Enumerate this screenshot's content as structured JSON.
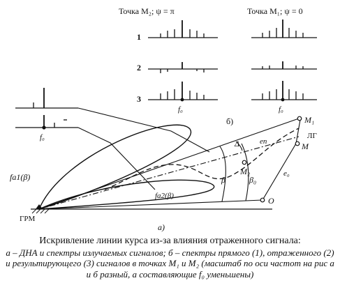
{
  "spectra": {
    "m2_header": "Точка M₂; ψ = π",
    "m1_header": "Точка M₁; ψ = 0",
    "row_labels": [
      "1",
      "2",
      "3"
    ],
    "f0_left": "f₀",
    "f0_right": "f₀",
    "part_label": "б)"
  },
  "diagram": {
    "f0_emitted": "f₀",
    "fa1": "fa1(β)",
    "fa2": "fa2(β)",
    "grm": "ГРМ",
    "part_label": "а)",
    "angle_delta": "Δ",
    "angle_beta": "β",
    "angle_beta0": "β₀",
    "e_p": "eп",
    "e_0": "e₀",
    "point_m1": "M₁",
    "point_m2": "M₂",
    "point_m": "M",
    "point_o": "O",
    "course_line": "ЛГ"
  },
  "caption": {
    "title": "Искривление линии курса из-за влияния отраженного сигнала:",
    "body": "а – ДНА и спектры излучаемых сигналов; б – спектры прямого (1), отраженного (2) и результирующего (3) сигналов в точках M₁ и M₂ (масштаб по оси частот на рис а и б разный, а составляющие f₀ уменьшены)"
  }
}
